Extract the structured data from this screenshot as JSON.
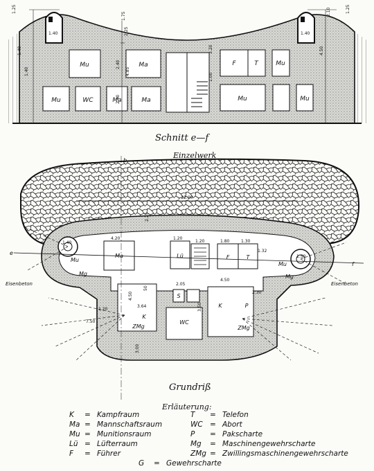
{
  "section": {
    "caption": "Schnitt e—f",
    "rooms_top": [
      "Mu",
      "Ma",
      "F",
      "T",
      "Mu"
    ],
    "rooms_bottom": [
      "Mu",
      "WC",
      "Ma",
      "Ma",
      "Mu",
      "Mu"
    ],
    "dims": [
      "1.25",
      "1.40",
      "1.40",
      "2.40",
      "2.40",
      "4.85",
      "2.25",
      "3.20",
      "1.00",
      "1.75",
      "2.10",
      "4.50",
      "1.40",
      "1.40",
      "1.25"
    ]
  },
  "plan": {
    "subtitle": "Einzelwerk",
    "caption": "Grundriß",
    "cut_labels": [
      "e",
      "f",
      "b"
    ],
    "rooms": [
      "Ma",
      "Lü",
      "F",
      "T",
      "Mu",
      "Mu",
      "K",
      "K",
      "P",
      "WC",
      "S",
      "Mg",
      "Mg",
      "ZMg",
      "ZMg"
    ],
    "material_left": "Eisenbeton",
    "material_right": "Eisenbeton",
    "dims": [
      "22.00",
      "2.25",
      "1.40",
      "4.20",
      "1.20",
      "1.20",
      "1.80",
      "1.30",
      "1.32",
      "4.50",
      "3.64",
      "2.05",
      "50",
      "1.20",
      "1.50",
      "4.50",
      "3.50",
      "7.50",
      "2.30",
      "3.00"
    ]
  },
  "legend": {
    "title": "Erläuterung:",
    "left": [
      {
        "abbr": "K",
        "meaning": "Kampfraum"
      },
      {
        "abbr": "Ma",
        "meaning": "Mannschaftsraum"
      },
      {
        "abbr": "Mu",
        "meaning": "Munitionsraum"
      },
      {
        "abbr": "Lü",
        "meaning": "Lüfterraum"
      },
      {
        "abbr": "F",
        "meaning": "Führer"
      }
    ],
    "right": [
      {
        "abbr": "T",
        "meaning": "Telefon"
      },
      {
        "abbr": "WC",
        "meaning": "Abort"
      },
      {
        "abbr": "P",
        "meaning": "Pakscharte"
      },
      {
        "abbr": "Mg",
        "meaning": "Maschinengewehrscharte"
      },
      {
        "abbr": "ZMg",
        "meaning": "Zwillingsmaschinengewehrscharte"
      }
    ],
    "last": {
      "abbr": "G",
      "meaning": "Gewehrscharte"
    },
    "sep": "="
  }
}
